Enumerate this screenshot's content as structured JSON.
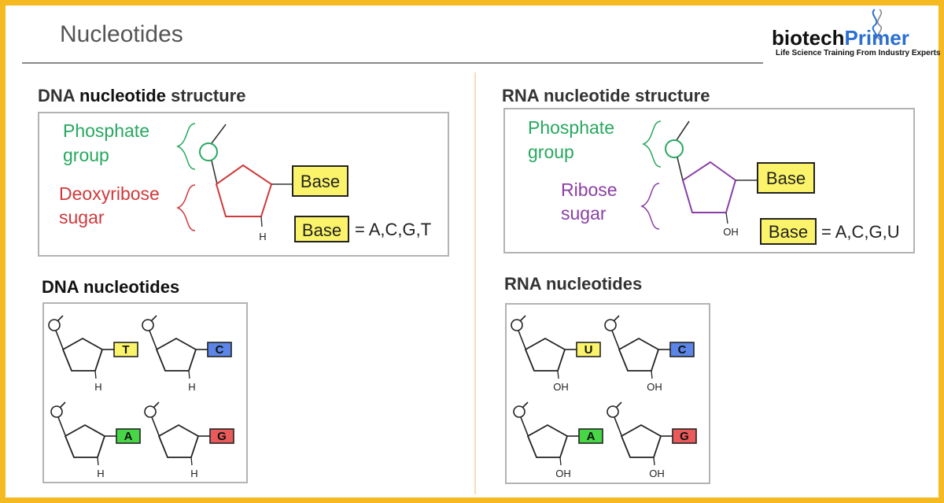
{
  "slide": {
    "title": "Nucleotides"
  },
  "logo": {
    "name_part1": "biotech",
    "name_part2": "Primer",
    "tagline": "Life Science Training From Industry Experts"
  },
  "dna_structure": {
    "title_part1": "DNA ",
    "title_part2": "nucleotide",
    "title_part3": " structure",
    "phosphate_line1": "Phosphate",
    "phosphate_line2": "group",
    "sugar_line1": "Deoxyribose",
    "sugar_line2": "sugar",
    "base_label": "Base",
    "sugar_sub": "H",
    "legend_base": "Base",
    "legend_values": "= A,C,G,T"
  },
  "rna_structure": {
    "title": "RNA nucleotide structure",
    "phosphate_line1": "Phosphate",
    "phosphate_line2": "group",
    "sugar_line1": "Ribose",
    "sugar_line2": "sugar",
    "base_label": "Base",
    "sugar_sub": "OH",
    "legend_base": "Base",
    "legend_values": "= A,C,G,U"
  },
  "dna_nucleotides": {
    "title": "DNA nucleotides",
    "items": [
      {
        "base": "T",
        "sub": "H"
      },
      {
        "base": "C",
        "sub": "H"
      },
      {
        "base": "A",
        "sub": "H"
      },
      {
        "base": "G",
        "sub": "H"
      }
    ]
  },
  "rna_nucleotides": {
    "title": "RNA nucleotides",
    "items": [
      {
        "base": "U",
        "sub": "OH"
      },
      {
        "base": "C",
        "sub": "OH"
      },
      {
        "base": "A",
        "sub": "OH"
      },
      {
        "base": "G",
        "sub": "OH"
      }
    ]
  },
  "colors": {
    "frame": "#f5b921",
    "phosphate": "#27a85f",
    "deoxyribose": "#d0393b",
    "ribose": "#8a3fa6",
    "base_yellow": "#fbf46a",
    "base_blue": "#5b85e6",
    "base_green": "#46d646",
    "base_red": "#ea5a5a",
    "logo_blue": "#2a6fd1"
  }
}
